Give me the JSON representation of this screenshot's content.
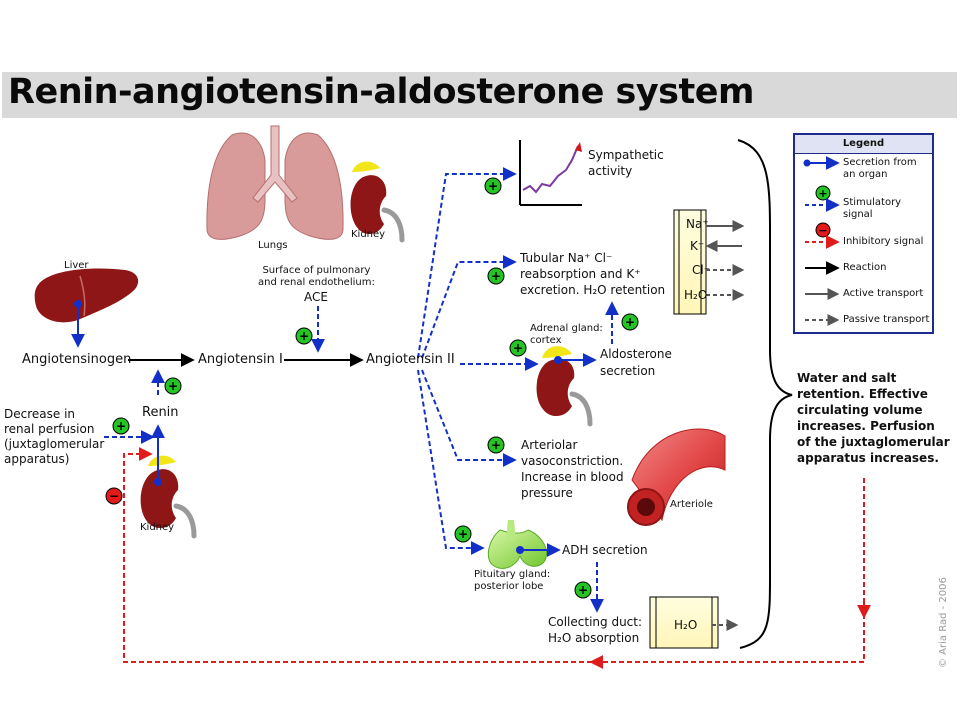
{
  "title": "Renin-angiotensin-aldosterone system",
  "organs": {
    "liver": "Liver",
    "lungs": "Lungs",
    "kidney_top": "Kidney",
    "kidney_bottom": "Kidney",
    "adrenal": "Adrenal gland:\ncortex",
    "pituitary": "Pituitary gland:\nposterior lobe",
    "arteriole": "Arteriole"
  },
  "molecules": {
    "angiotensinogen": "Angiotensinogen",
    "angiotensin1": "Angiotensin I",
    "angiotensin2": "Angiotensin II",
    "renin": "Renin",
    "ace_site": "Surface of pulmonary\nand renal endothelium:",
    "ace": "ACE"
  },
  "stimulus": "Decrease in\nrenal perfusion\n(juxtaglomerular\napparatus)",
  "effects": {
    "sympathetic": "Sympathetic\nactivity",
    "tubular_line1": "Tubular Na⁺ Cl⁻",
    "tubular_line2": "reabsorption and K⁺",
    "tubular_line3": "excretion. H₂O retention",
    "aldosterone": "Aldosterone\nsecretion",
    "vasoconstriction": "Arteriolar\nvasoconstriction.\nIncrease in blood\npressure",
    "adh": "ADH secretion",
    "collecting": "Collecting duct:\nH₂O absorption"
  },
  "transport_ions": [
    "Na⁺",
    "K⁺",
    "Cl⁻",
    "H₂O"
  ],
  "duct_ion": "H₂O",
  "outcome": "Water and salt\nretention. Effective\ncirculating volume\nincreases. Perfusion\nof the juxtaglomerular\napparatus increases.",
  "legend": {
    "title": "Legend",
    "items": [
      {
        "label": "Secretion from\nan organ"
      },
      {
        "label": "Stimulatory\nsignal"
      },
      {
        "label": "Inhibitory signal"
      },
      {
        "label": "Reaction"
      },
      {
        "label": "Active transport"
      },
      {
        "label": "Passive transport"
      }
    ]
  },
  "copyright": "© Aria Rad - 2006",
  "colors": {
    "secretion": "#1230c8",
    "stimulatory": "#1230c8",
    "inhibitory": "#e01b1b",
    "reaction": "#000000",
    "active": "#555555",
    "passive": "#555555",
    "plus_fill": "#23c423",
    "minus_fill": "#e21a1a",
    "organ_red": "#8e1616",
    "lung_pink": "#d99a9a",
    "title_bg": "#d9d9d9"
  }
}
